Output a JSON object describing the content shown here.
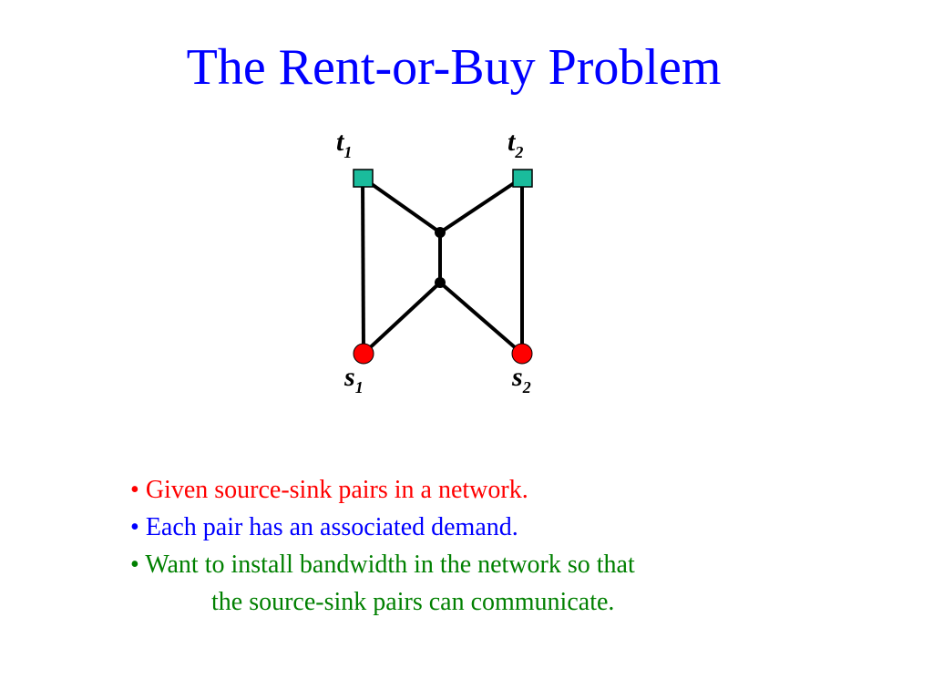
{
  "slide": {
    "title": "The Rent-or-Buy Problem",
    "title_color": "#0000ff"
  },
  "diagram": {
    "nodes": [
      {
        "id": "t1",
        "label": "t",
        "subscript": "1",
        "kind": "sink",
        "shape": "square",
        "color": "#1abc9c"
      },
      {
        "id": "t2",
        "label": "t",
        "subscript": "2",
        "kind": "sink",
        "shape": "square",
        "color": "#1abc9c"
      },
      {
        "id": "u1",
        "label": "",
        "subscript": "",
        "kind": "steiner",
        "shape": "dot",
        "color": "#000000"
      },
      {
        "id": "u2",
        "label": "",
        "subscript": "",
        "kind": "steiner",
        "shape": "dot",
        "color": "#000000"
      },
      {
        "id": "s1",
        "label": "s",
        "subscript": "1",
        "kind": "source",
        "shape": "circle",
        "color": "#ff0000"
      },
      {
        "id": "s2",
        "label": "s",
        "subscript": "2",
        "kind": "source",
        "shape": "circle",
        "color": "#ff0000"
      }
    ],
    "edges": [
      {
        "from": "t1",
        "to": "s1"
      },
      {
        "from": "t1",
        "to": "u1"
      },
      {
        "from": "t2",
        "to": "u1"
      },
      {
        "from": "u1",
        "to": "u2"
      },
      {
        "from": "u2",
        "to": "s1"
      },
      {
        "from": "u2",
        "to": "s2"
      },
      {
        "from": "t2",
        "to": "s2"
      }
    ]
  },
  "bullets": [
    {
      "marker": "•",
      "text": "Given source-sink pairs in a network.",
      "continuation": "",
      "color": "#ff0000"
    },
    {
      "marker": "•",
      "text": "Each pair has an associated demand.",
      "continuation": "",
      "color": "#0000ff"
    },
    {
      "marker": "•",
      "text": "Want to install bandwidth in the network so that",
      "continuation": "the source-sink pairs can communicate.",
      "color": "#008000"
    }
  ]
}
